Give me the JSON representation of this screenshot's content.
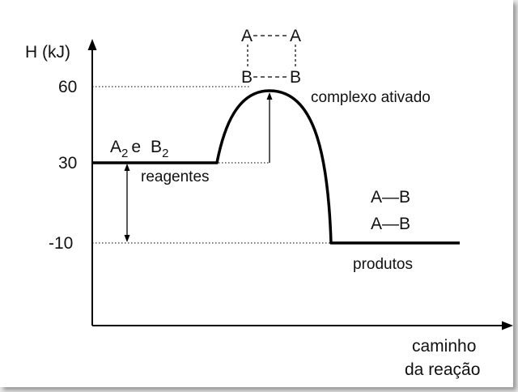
{
  "chart_data": {
    "type": "line",
    "title": "",
    "ylabel": "H (kJ)",
    "xlabel": [
      "caminho",
      "da reação"
    ],
    "yticks": [
      {
        "value": 60,
        "label": "60"
      },
      {
        "value": 30,
        "label": "30"
      },
      {
        "value": -10,
        "label": "-10"
      }
    ],
    "series": [
      {
        "values": [
          {
            "stage": "reagentes",
            "H": 30
          },
          {
            "stage": "complexo ativado",
            "H": 60
          },
          {
            "stage": "produtos",
            "H": -10
          }
        ]
      }
    ],
    "annotations": {
      "reactants_formula": {
        "a": "A",
        "a_sub": "2",
        "conj": "e",
        "b": "B",
        "b_sub": "2"
      },
      "reactants_label": "reagentes",
      "activated_complex_label": "complexo ativado",
      "complex_atoms": [
        "A",
        "A",
        "B",
        "B"
      ],
      "products_formula": [
        "A—B",
        "A—B"
      ],
      "products_label": "produtos"
    },
    "grid": false
  }
}
